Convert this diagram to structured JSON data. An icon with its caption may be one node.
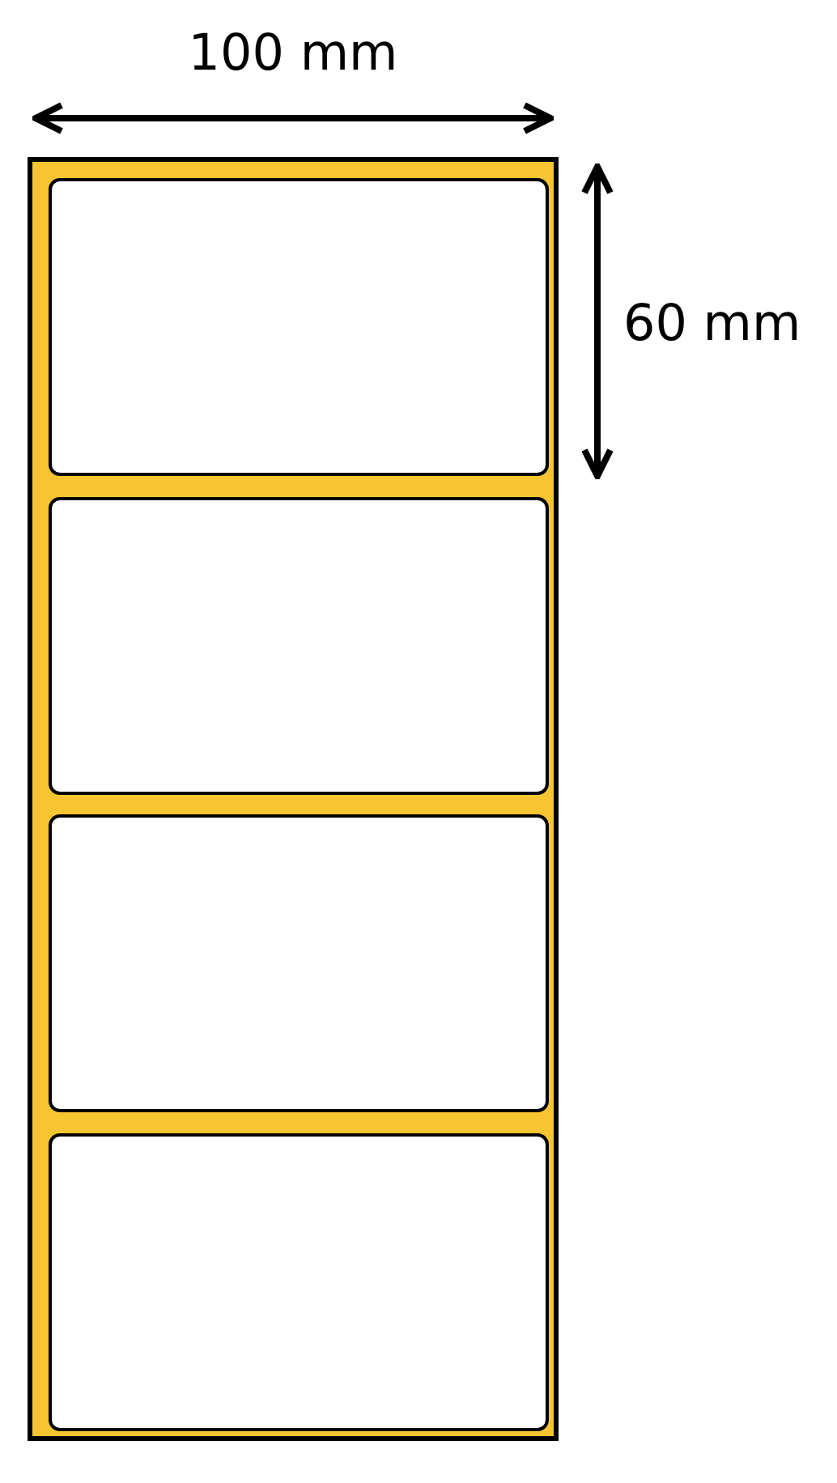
{
  "diagram": {
    "nodes": [
      {
        "text": [],
        "shape": "box"
      },
      {
        "text": [],
        "shape": "box",
        "in": 0
      },
      {
        "text": [],
        "shape": "box",
        "in": 0
      },
      {
        "text": [],
        "shape": "box",
        "in": 0
      },
      {
        "text": [],
        "shape": "box",
        "in": 0
      }
    ],
    "edges": [],
    "labels": [
      "100 mm",
      "60 mm"
    ]
  }
}
